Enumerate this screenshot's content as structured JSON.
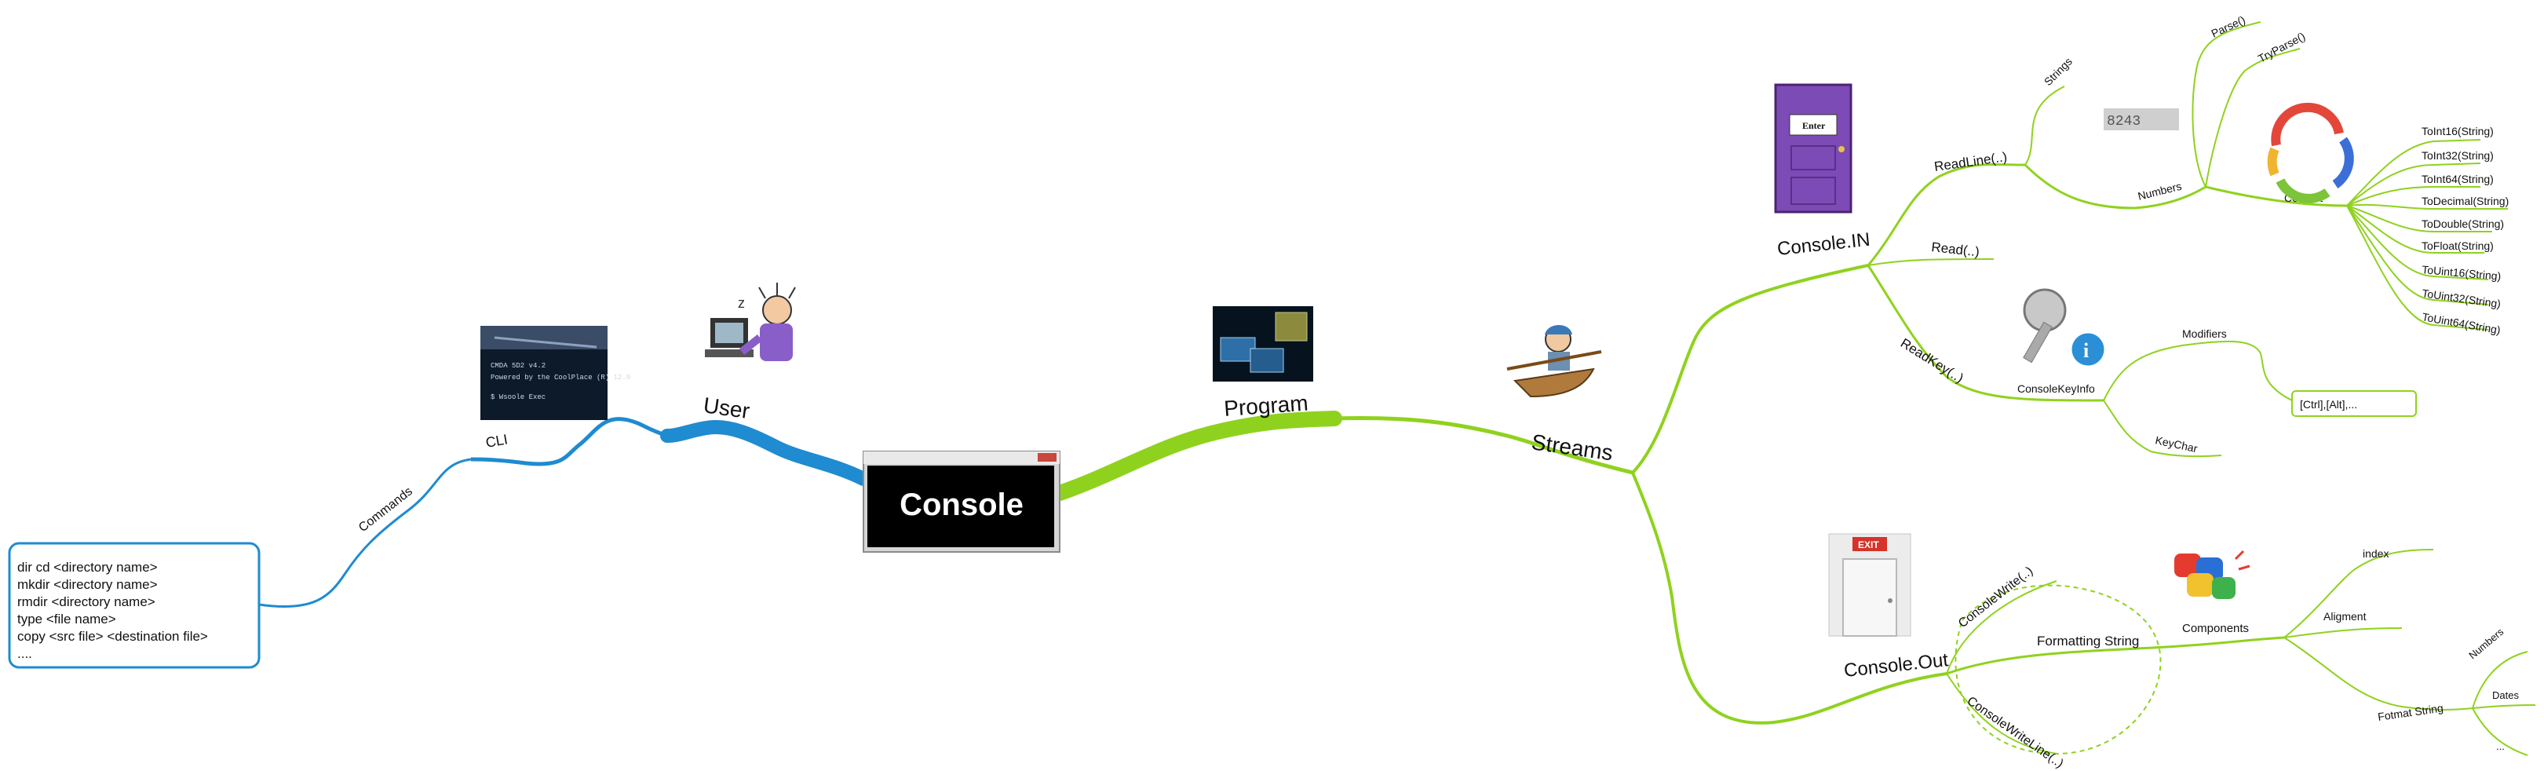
{
  "center": {
    "label": "Console"
  },
  "left": {
    "user": "User",
    "cli": "CLI",
    "commands": "Commands",
    "command_list": [
      "dir cd <directory name>",
      "mkdir <directory name>",
      "rmdir <directory name>",
      "type <file name>",
      "copy <src file> <destination file>",
      "...."
    ],
    "cli_screen_lines": [
      "CMDA 5D2 v4.2",
      "Powered by the CoolPlace (R) 12.0",
      "$ Wsoole Exec"
    ]
  },
  "right": {
    "program": "Program",
    "streams": "Streams",
    "console_in": {
      "label": "Console.IN",
      "readline": "ReadLine(..)",
      "strings": "Strings",
      "numbers": "Numbers",
      "parse": "Parse()",
      "tryparse": "TryParse()",
      "convert": "Convert",
      "convert_methods": [
        "ToInt16(String)",
        "ToInt32(String)",
        "ToInt64(String)",
        "ToDecimal(String)",
        "ToDouble(String)",
        "ToFloat(String)",
        "ToUint16(String)",
        "ToUint32(String)",
        "ToUint64(String)"
      ],
      "read": "Read(..)",
      "readkey": "ReadKey(..)",
      "consolekeyinfo": "ConsoleKeyInfo",
      "modifiers": "Modifiers",
      "modifiers_box": "[Ctrl],[Alt],...",
      "keychar": "KeyChar",
      "door_sign": "Enter"
    },
    "console_out": {
      "label": "Console.Out",
      "write": "ConsoleWrite(..)",
      "writeline": "ConsoleWriteLine(..)",
      "formatting": "Formatting String",
      "components": "Components",
      "index": "index",
      "alignment": "Aligment",
      "format_string": "Fotmat String",
      "numbers": "Numbers",
      "dates": "Dates",
      "more": "...",
      "exit_sign": "EXIT"
    }
  },
  "colors": {
    "green": "#8fd21e",
    "blue": "#1f8bd0",
    "console_bg": "#000000"
  }
}
